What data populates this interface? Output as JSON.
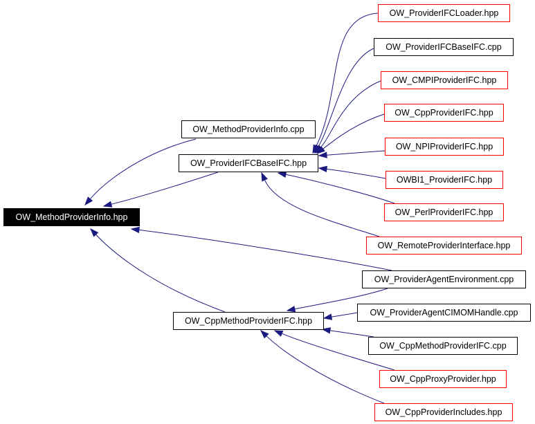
{
  "colors": {
    "edge": "#1a1a80",
    "boxBorder": "#000000",
    "undocumentedBorder": "#ff0000",
    "rootFill": "#000000",
    "rootText": "#ffffff"
  },
  "nodes": {
    "root": "OW_MethodProviderInfo.hpp",
    "methodProviderInfoCpp": "OW_MethodProviderInfo.cpp",
    "providerIFCBaseIFCHpp": "OW_ProviderIFCBaseIFC.hpp",
    "cppMethodProviderIFCHpp": "OW_CppMethodProviderIFC.hpp",
    "providerIFCLoaderHpp": "OW_ProviderIFCLoader.hpp",
    "providerIFCBaseIFCCpp": "OW_ProviderIFCBaseIFC.cpp",
    "cmpiProviderIFCHpp": "OW_CMPIProviderIFC.hpp",
    "cppProviderIFCHpp": "OW_CppProviderIFC.hpp",
    "npiProviderIFCHpp": "OW_NPIProviderIFC.hpp",
    "owbi1ProviderIFCHpp": "OWBI1_ProviderIFC.hpp",
    "perlProviderIFCHpp": "OW_PerlProviderIFC.hpp",
    "remoteProviderInterfaceHpp": "OW_RemoteProviderInterface.hpp",
    "providerAgentEnvironmentCpp": "OW_ProviderAgentEnvironment.cpp",
    "providerAgentCIMOMHandleCpp": "OW_ProviderAgentCIMOMHandle.cpp",
    "cppMethodProviderIFCCpp": "OW_CppMethodProviderIFC.cpp",
    "cppProxyProviderHpp": "OW_CppProxyProvider.hpp",
    "cppProviderIncludesHpp": "OW_CppProviderIncludes.hpp"
  },
  "edges": [
    {
      "from": "methodProviderInfoCpp",
      "to": "root"
    },
    {
      "from": "providerIFCBaseIFCHpp",
      "to": "root"
    },
    {
      "from": "providerAgentEnvironmentCpp",
      "to": "root"
    },
    {
      "from": "cppMethodProviderIFCHpp",
      "to": "root"
    },
    {
      "from": "providerIFCLoaderHpp",
      "to": "providerIFCBaseIFCHpp"
    },
    {
      "from": "providerIFCBaseIFCCpp",
      "to": "providerIFCBaseIFCHpp"
    },
    {
      "from": "cmpiProviderIFCHpp",
      "to": "providerIFCBaseIFCHpp"
    },
    {
      "from": "cppProviderIFCHpp",
      "to": "providerIFCBaseIFCHpp"
    },
    {
      "from": "npiProviderIFCHpp",
      "to": "providerIFCBaseIFCHpp"
    },
    {
      "from": "owbi1ProviderIFCHpp",
      "to": "providerIFCBaseIFCHpp"
    },
    {
      "from": "perlProviderIFCHpp",
      "to": "providerIFCBaseIFCHpp"
    },
    {
      "from": "remoteProviderInterfaceHpp",
      "to": "providerIFCBaseIFCHpp"
    },
    {
      "from": "providerAgentEnvironmentCpp",
      "to": "cppMethodProviderIFCHpp"
    },
    {
      "from": "providerAgentCIMOMHandleCpp",
      "to": "cppMethodProviderIFCHpp"
    },
    {
      "from": "cppMethodProviderIFCCpp",
      "to": "cppMethodProviderIFCHpp"
    },
    {
      "from": "cppProxyProviderHpp",
      "to": "cppMethodProviderIFCHpp"
    },
    {
      "from": "cppProviderIncludesHpp",
      "to": "cppMethodProviderIFCHpp"
    }
  ]
}
